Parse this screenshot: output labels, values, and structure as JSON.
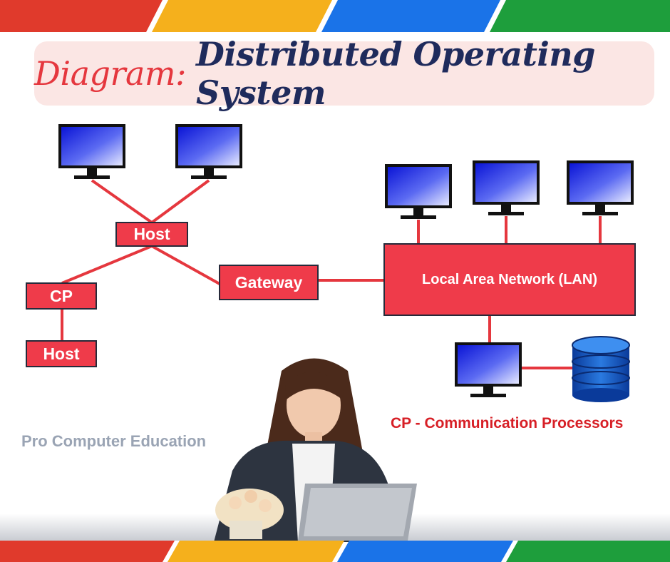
{
  "title": {
    "prefix": "Diagram:",
    "main": "Distributed Operating System"
  },
  "nodes": {
    "host_top": "Host",
    "cp": "CP",
    "host_bottom": "Host",
    "gateway": "Gateway",
    "lan": "Local Area Network (LAN)"
  },
  "footnote": "CP - Communication Processors",
  "brand": "Pro Computer Education",
  "icons": {
    "monitor": "monitor-icon",
    "database": "database-icon",
    "person": "woman-with-laptop-illustration"
  },
  "colors": {
    "title_prefix": "#e5373e",
    "title_main": "#1f2b5c",
    "title_background": "#fbe6e4",
    "node_fill": "#ef3b4a",
    "link_line": "#e5373e",
    "footnote": "#d71f26",
    "brand": "#9aa4b4",
    "stripe_red": "#e03a2c",
    "stripe_yellow": "#f5b01c",
    "stripe_blue": "#1a73e8",
    "stripe_green": "#1e9e3c"
  }
}
